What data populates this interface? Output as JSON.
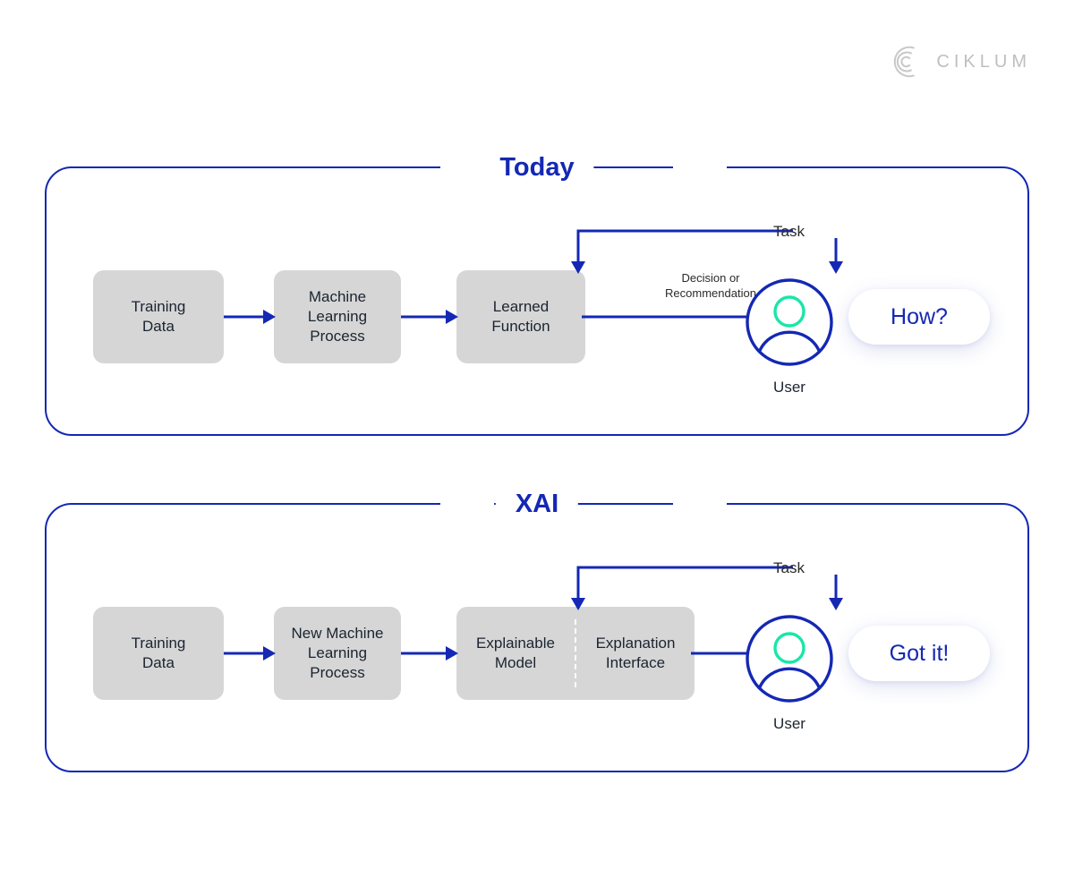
{
  "brand": {
    "name": "CIKLUM",
    "mark_icon": "ciklum-arc-logo",
    "color": "#bfbfbf"
  },
  "theme": {
    "accent_blue": "#1428b4",
    "box_gray": "#d6d6d6",
    "text_dark": "#1b2430",
    "teal": "#19e6a8",
    "background": "#ffffff"
  },
  "panels": [
    {
      "id": "today",
      "title": "Today",
      "boxes": [
        {
          "name": "training-data",
          "label": "Training\nData"
        },
        {
          "name": "machine-learning-process",
          "label": "Machine\nLearning\nProcess"
        },
        {
          "name": "learned-function",
          "label": "Learned\nFunction"
        }
      ],
      "labels": {
        "task": "Task",
        "output": "Decision or\nRecommendation",
        "user": "User"
      },
      "bubble": "How?"
    },
    {
      "id": "xai",
      "title": "XAI",
      "boxes": [
        {
          "name": "training-data",
          "label": "Training\nData"
        },
        {
          "name": "new-machine-learning-process",
          "label": "New Machine\nLearning\nProcess"
        },
        {
          "name": "explainable-model",
          "label": "Explainable\nModel"
        },
        {
          "name": "explanation-interface",
          "label": "Explanation\nInterface"
        }
      ],
      "labels": {
        "task": "Task",
        "user": "User"
      },
      "bubble": "Got it!"
    }
  ]
}
